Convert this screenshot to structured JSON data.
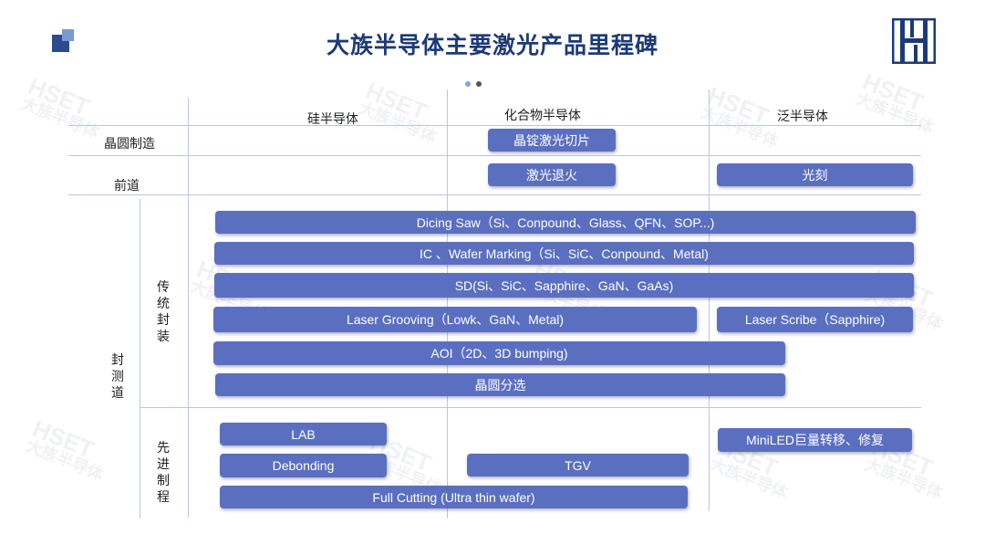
{
  "title": "大族半导体主要激光产品里程碑",
  "columns": [
    "硅半导体",
    "化合物半导体",
    "泛半导体"
  ],
  "rows": {
    "wafer": "晶圆制造",
    "front": "前道",
    "packaging": "封测道",
    "traditional": "传统封装",
    "advanced": "先进制程"
  },
  "bars": {
    "ingot": "晶锭激光切片",
    "anneal": "激光退火",
    "litho": "光刻",
    "dicing": "Dicing Saw（Si、Conpound、Glass、QFN、SOP...)",
    "marking": "IC 、Wafer Marking（Si、SiC、Conpound、Metal)",
    "sd": "SD(Si、SiC、Sapphire、GaN、GaAs)",
    "grooving": "Laser Grooving（Lowk、GaN、Metal)",
    "scribe": "Laser Scribe（Sapphire)",
    "aoi": "AOI（2D、3D bumping)",
    "sorting": "晶圆分选",
    "lab": "LAB",
    "miniled": "MiniLED巨量转移、修复",
    "debonding": "Debonding",
    "tgv": "TGV",
    "fullcut": "Full Cutting (Ultra thin wafer)"
  },
  "watermark": {
    "en": "HSET",
    "cn": "大族半导体"
  },
  "colors": {
    "bar": "#5b6fc1",
    "title": "#1d3a78",
    "grid": "#b9c8e2",
    "dot_active": "#7ea6e0",
    "dot_inactive": "#555555"
  }
}
